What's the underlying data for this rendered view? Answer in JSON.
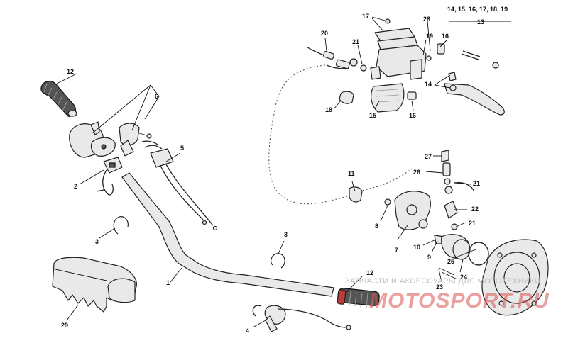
{
  "callouts": [
    {
      "id": "c1",
      "text": "1"
    },
    {
      "id": "c2",
      "text": "2"
    },
    {
      "id": "c3a",
      "text": "3"
    },
    {
      "id": "c3b",
      "text": "3"
    },
    {
      "id": "c4",
      "text": "4"
    },
    {
      "id": "c5",
      "text": "5"
    },
    {
      "id": "c6",
      "text": "6"
    },
    {
      "id": "c7",
      "text": "7"
    },
    {
      "id": "c8",
      "text": "8"
    },
    {
      "id": "c9",
      "text": "9"
    },
    {
      "id": "c10",
      "text": "10"
    },
    {
      "id": "c11",
      "text": "11"
    },
    {
      "id": "c12a",
      "text": "12"
    },
    {
      "id": "c12b",
      "text": "12"
    },
    {
      "id": "c13",
      "text": "13"
    },
    {
      "id": "c13group",
      "text": "14, 15, 16, 17, 18, 19"
    },
    {
      "id": "c14",
      "text": "14"
    },
    {
      "id": "c15",
      "text": "15"
    },
    {
      "id": "c16a",
      "text": "16"
    },
    {
      "id": "c16b",
      "text": "16"
    },
    {
      "id": "c17",
      "text": "17"
    },
    {
      "id": "c18",
      "text": "18"
    },
    {
      "id": "c19",
      "text": "19"
    },
    {
      "id": "c20",
      "text": "20"
    },
    {
      "id": "c21a",
      "text": "21"
    },
    {
      "id": "c21b",
      "text": "21"
    },
    {
      "id": "c21c",
      "text": "21"
    },
    {
      "id": "c22",
      "text": "22"
    },
    {
      "id": "c23",
      "text": "23"
    },
    {
      "id": "c24",
      "text": "24"
    },
    {
      "id": "c25",
      "text": "25"
    },
    {
      "id": "c26",
      "text": "26"
    },
    {
      "id": "c27",
      "text": "27"
    },
    {
      "id": "c28",
      "text": "28"
    },
    {
      "id": "c29",
      "text": "29"
    }
  ],
  "watermark": {
    "line1": "ЗАПЧАСТИ И АКСЕССУАРЫ ДЛЯ МОТОТЕХНИКИ",
    "line2": "MOTOSPORT.RU"
  }
}
